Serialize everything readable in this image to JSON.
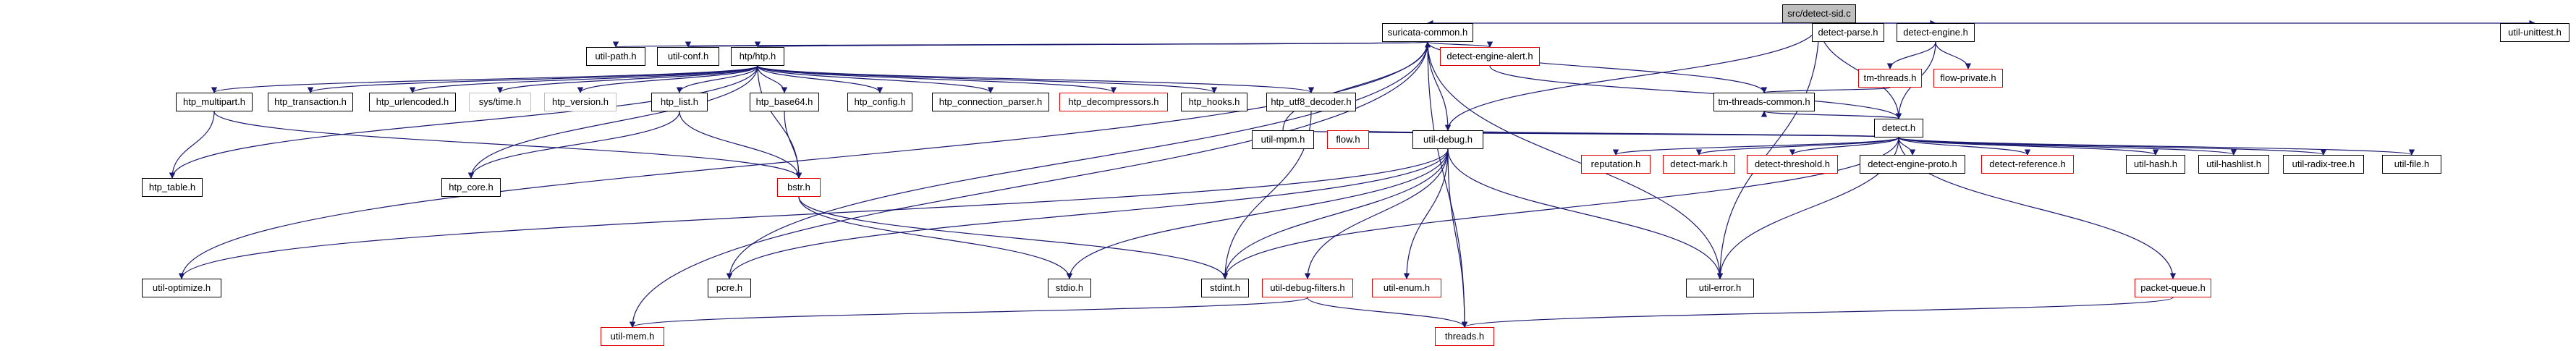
{
  "colors": {
    "edge": "#191970",
    "node_border": "#000000",
    "missing_border": "#e00000",
    "system_border": "#bfbfbf",
    "root_fill": "#bfbfbf"
  },
  "nodes": {
    "detect_sid_c": "src/detect-sid.c",
    "suricata_common_h": "suricata-common.h",
    "detect_parse_h": "detect-parse.h",
    "detect_engine_h": "detect-engine.h",
    "util_unittest_h": "util-unittest.h",
    "util_path_h": "util-path.h",
    "util_conf_h": "util-conf.h",
    "htp_htp_h": "htp/htp.h",
    "detect_engine_alert_h": "detect-engine-alert.h",
    "tm_threads_h": "tm-threads.h",
    "flow_private_h": "flow-private.h",
    "tm_threads_common_h": "tm-threads-common.h",
    "detect_h": "detect.h",
    "htp_multipart_h": "htp_multipart.h",
    "htp_transaction_h": "htp_transaction.h",
    "htp_urlencoded_h": "htp_urlencoded.h",
    "sys_time_h": "sys/time.h",
    "htp_version_h": "htp_version.h",
    "htp_list_h": "htp_list.h",
    "htp_base64_h": "htp_base64.h",
    "htp_config_h": "htp_config.h",
    "htp_connection_parser_h": "htp_connection_parser.h",
    "htp_decompressors_h": "htp_decompressors.h",
    "htp_hooks_h": "htp_hooks.h",
    "htp_utf8_decoder_h": "htp_utf8_decoder.h",
    "htp_table_h": "htp_table.h",
    "htp_core_h": "htp_core.h",
    "bstr_h": "bstr.h",
    "util_mpm_h": "util-mpm.h",
    "flow_h": "flow.h",
    "util_debug_h": "util-debug.h",
    "reputation_h": "reputation.h",
    "detect_mark_h": "detect-mark.h",
    "detect_threshold_h": "detect-threshold.h",
    "detect_engine_proto_h": "detect-engine-proto.h",
    "detect_reference_h": "detect-reference.h",
    "util_hash_h": "util-hash.h",
    "util_hashlist_h": "util-hashlist.h",
    "util_radix_tree_h": "util-radix-tree.h",
    "util_file_h": "util-file.h",
    "util_optimize_h": "util-optimize.h",
    "pcre_h": "pcre.h",
    "stdio_h": "stdio.h",
    "stdint_h": "stdint.h",
    "util_debug_filters_h": "util-debug-filters.h",
    "util_enum_h": "util-enum.h",
    "util_error_h": "util-error.h",
    "packet_queue_h": "packet-queue.h",
    "util_mem_h": "util-mem.h",
    "threads_h": "threads.h"
  }
}
